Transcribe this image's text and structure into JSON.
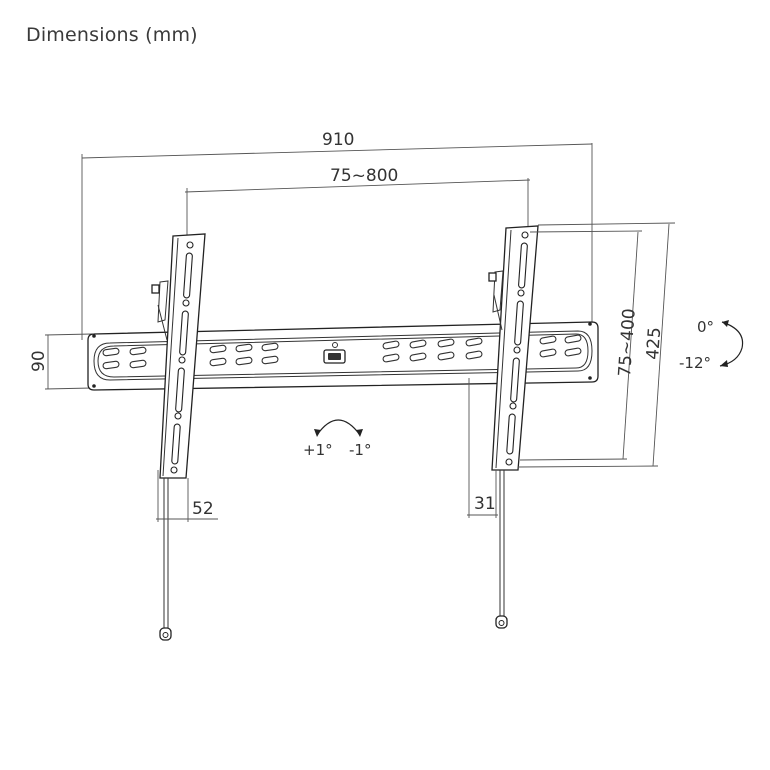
{
  "title": "Dimensions (mm)",
  "dimensions": {
    "overall_width": "910",
    "vesa_horizontal": "75~800",
    "plate_height": "90",
    "vesa_vertical": "75~400",
    "overall_height": "425",
    "wall_distance_max": "52",
    "wall_distance_min": "31"
  },
  "tilt": {
    "top_label": "0°",
    "bottom_label": "-12°"
  },
  "level_adjust": {
    "left_label": "+1°",
    "right_label": "-1°"
  },
  "colors": {
    "line": "#222222",
    "dimension_line": "#555555",
    "background": "#ffffff"
  }
}
